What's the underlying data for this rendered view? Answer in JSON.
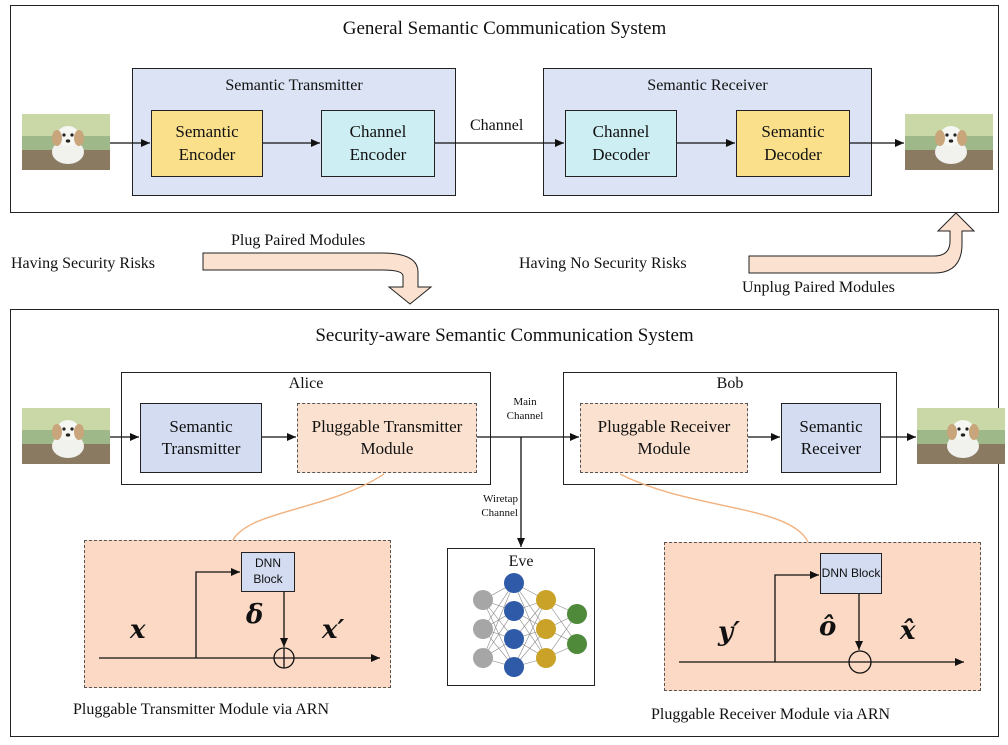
{
  "top": {
    "title": "General Semantic Communication System",
    "transmitter_title": "Semantic Transmitter",
    "receiver_title": "Semantic Receiver",
    "semantic_encoder": "Semantic Encoder",
    "channel_encoder": "Channel Encoder",
    "channel_label": "Channel",
    "channel_decoder": "Channel Decoder",
    "semantic_decoder": "Semantic Decoder"
  },
  "middle": {
    "plug_label": "Plug Paired Modules",
    "risk_label": "Having Security Risks",
    "no_risk_label": "Having No Security Risks",
    "unplug_label": "Unplug Paired Modules"
  },
  "bottom": {
    "title": "Security-aware Semantic Communication System",
    "alice": "Alice",
    "bob": "Bob",
    "semantic_transmitter": "Semantic Transmitter",
    "pluggable_transmitter": "Pluggable Transmitter Module",
    "main_channel": "Main Channel",
    "pluggable_receiver": "Pluggable Receiver Module",
    "semantic_receiver": "Semantic Receiver",
    "wiretap_channel": "Wiretap Channel",
    "eve": "Eve",
    "dnn_block_tx": "DNN Block",
    "dnn_block_rx": "DNN Block",
    "tx_caption": "Pluggable  Transmitter Module via ARN",
    "rx_caption": "Pluggable  Receiver Module via ARN",
    "sym_x": "x",
    "sym_delta": "δ",
    "sym_xprime": "x′",
    "sym_yprime": "y′",
    "sym_ohat": "ô",
    "sym_xhat": "x̂"
  },
  "colors": {
    "yellow": "#fbe08c",
    "cyan": "#cdeef3",
    "light_blue": "#d3dcf1",
    "peach": "#fbd9c4",
    "orange_line": "#f2b27f",
    "node_gray": "#a6a6a6",
    "node_blue": "#2e5aa8",
    "node_gold": "#c9a227",
    "node_green": "#4f8a3a"
  },
  "icons": [
    "dog-image-icon",
    "arrow-down-icon",
    "arrow-up-icon",
    "sum-circle-icon",
    "neural-network-icon"
  ]
}
